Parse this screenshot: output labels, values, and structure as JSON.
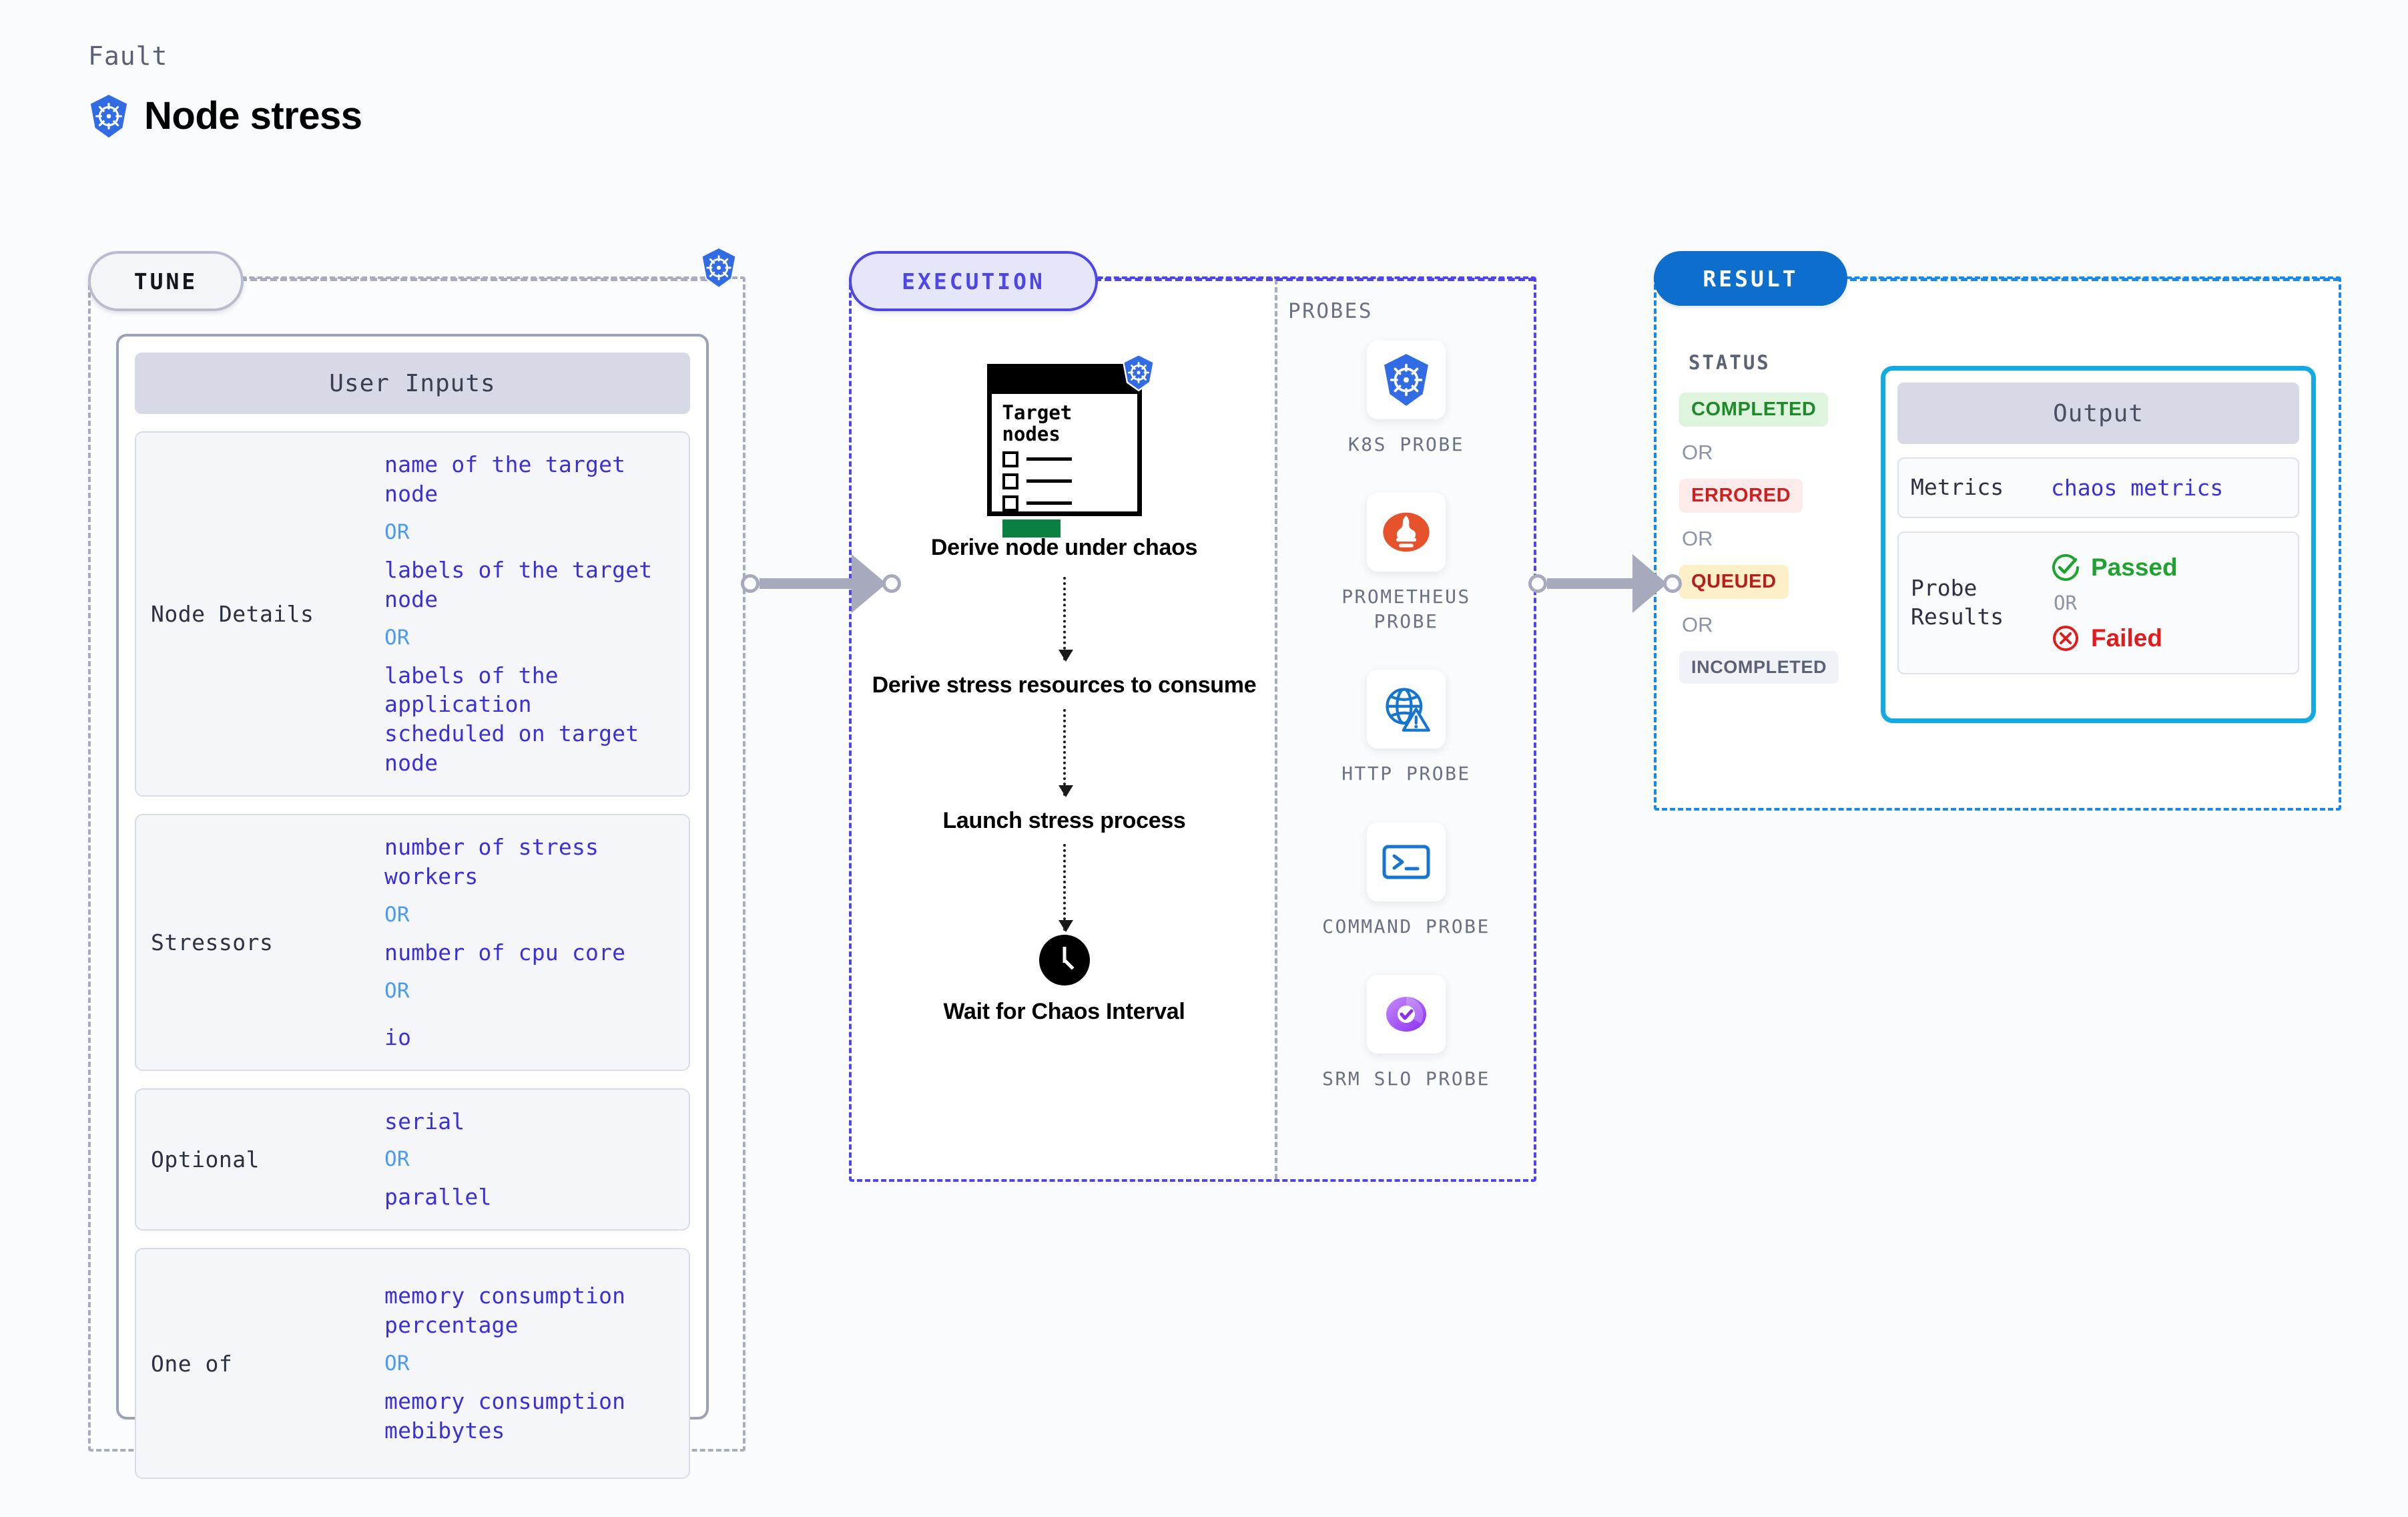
{
  "header": {
    "fault_label": "Fault",
    "fault_title": "Node stress",
    "icon": "kubernetes-icon"
  },
  "stages": {
    "tune": {
      "badge": "TUNE",
      "side_icon": "kubernetes-icon"
    },
    "execution": {
      "badge": "EXECUTION"
    },
    "result": {
      "badge": "RESULT"
    }
  },
  "tune": {
    "card_header": "User Inputs",
    "groups": [
      {
        "label": "Node Details",
        "values": [
          "name of the target node",
          "labels of the target node",
          "labels of the application\n scheduled on target node"
        ],
        "separator": "OR"
      },
      {
        "label": "Stressors",
        "values": [
          "number of stress workers",
          "number of cpu core",
          "io"
        ],
        "separator": "OR"
      },
      {
        "label": "Optional",
        "values": [
          "serial",
          "parallel"
        ],
        "separator": "OR"
      },
      {
        "label": "One of",
        "values": [
          "memory consumption percentage",
          "memory consumption mebibytes"
        ],
        "separator": "OR"
      }
    ]
  },
  "execution": {
    "target_window": {
      "title": "Target nodes",
      "checkbox_rows": 3,
      "icon": "kubernetes-icon"
    },
    "steps": [
      "Derive node under chaos",
      "Derive stress resources to consume",
      "Launch stress process",
      "Wait for Chaos Interval"
    ],
    "wait_icon": "clock-icon"
  },
  "probes": {
    "title": "PROBES",
    "items": [
      {
        "label": "K8S PROBE",
        "icon": "kubernetes-icon"
      },
      {
        "label": "PROMETHEUS PROBE",
        "icon": "prometheus-icon"
      },
      {
        "label": "HTTP PROBE",
        "icon": "globe-warning-icon"
      },
      {
        "label": "COMMAND PROBE",
        "icon": "terminal-icon"
      },
      {
        "label": "SRM SLO PROBE",
        "icon": "srm-slo-icon"
      }
    ]
  },
  "result": {
    "status_title": "STATUS",
    "separator": "OR",
    "statuses": [
      {
        "label": "COMPLETED",
        "bg": "#dff4dc",
        "fg": "#1f8a2b"
      },
      {
        "label": "ERRORED",
        "bg": "#fdeaea",
        "fg": "#cf2020"
      },
      {
        "label": "QUEUED",
        "bg": "#fdf0c8",
        "fg": "#b81d1d"
      },
      {
        "label": "INCOMPLETED",
        "bg": "#f1f2f7",
        "fg": "#5b6275"
      }
    ],
    "output": {
      "header": "Output",
      "metrics_label": "Metrics",
      "metrics_value": "chaos metrics",
      "probe_label": "Probe Results",
      "separator": "OR",
      "passed": {
        "text": "Passed",
        "color": "#1fa32f",
        "icon": "check-circle-icon"
      },
      "failed": {
        "text": "Failed",
        "color": "#e41b1b",
        "icon": "x-circle-icon"
      }
    }
  },
  "colors": {
    "tune_accent": "#a8adbd",
    "execution_accent": "#4f46e5",
    "result_accent": "#1a8ae5",
    "value_blue": "#3b30d8",
    "or_blue": "#4b9bf5",
    "k8s_blue": "#326ce5"
  }
}
